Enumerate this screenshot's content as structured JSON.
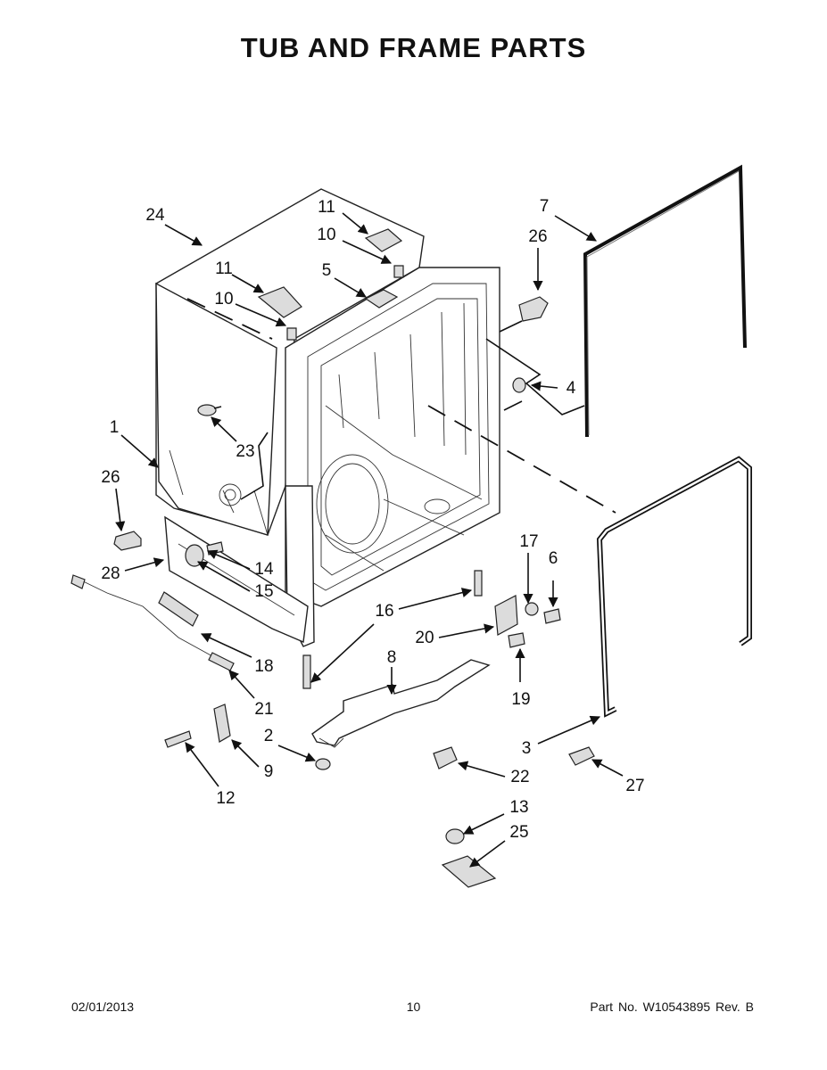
{
  "title": "TUB AND FRAME PARTS",
  "footer": {
    "date": "02/01/2013",
    "page": "10",
    "part_no": "Part No.  W10543895  Rev.  B"
  },
  "callouts": [
    "1",
    "2",
    "3",
    "4",
    "5",
    "6",
    "7",
    "8",
    "9",
    "10",
    "10",
    "11",
    "11",
    "12",
    "13",
    "14",
    "15",
    "16",
    "17",
    "18",
    "19",
    "20",
    "21",
    "22",
    "23",
    "24",
    "25",
    "26",
    "26",
    "27",
    "28"
  ]
}
